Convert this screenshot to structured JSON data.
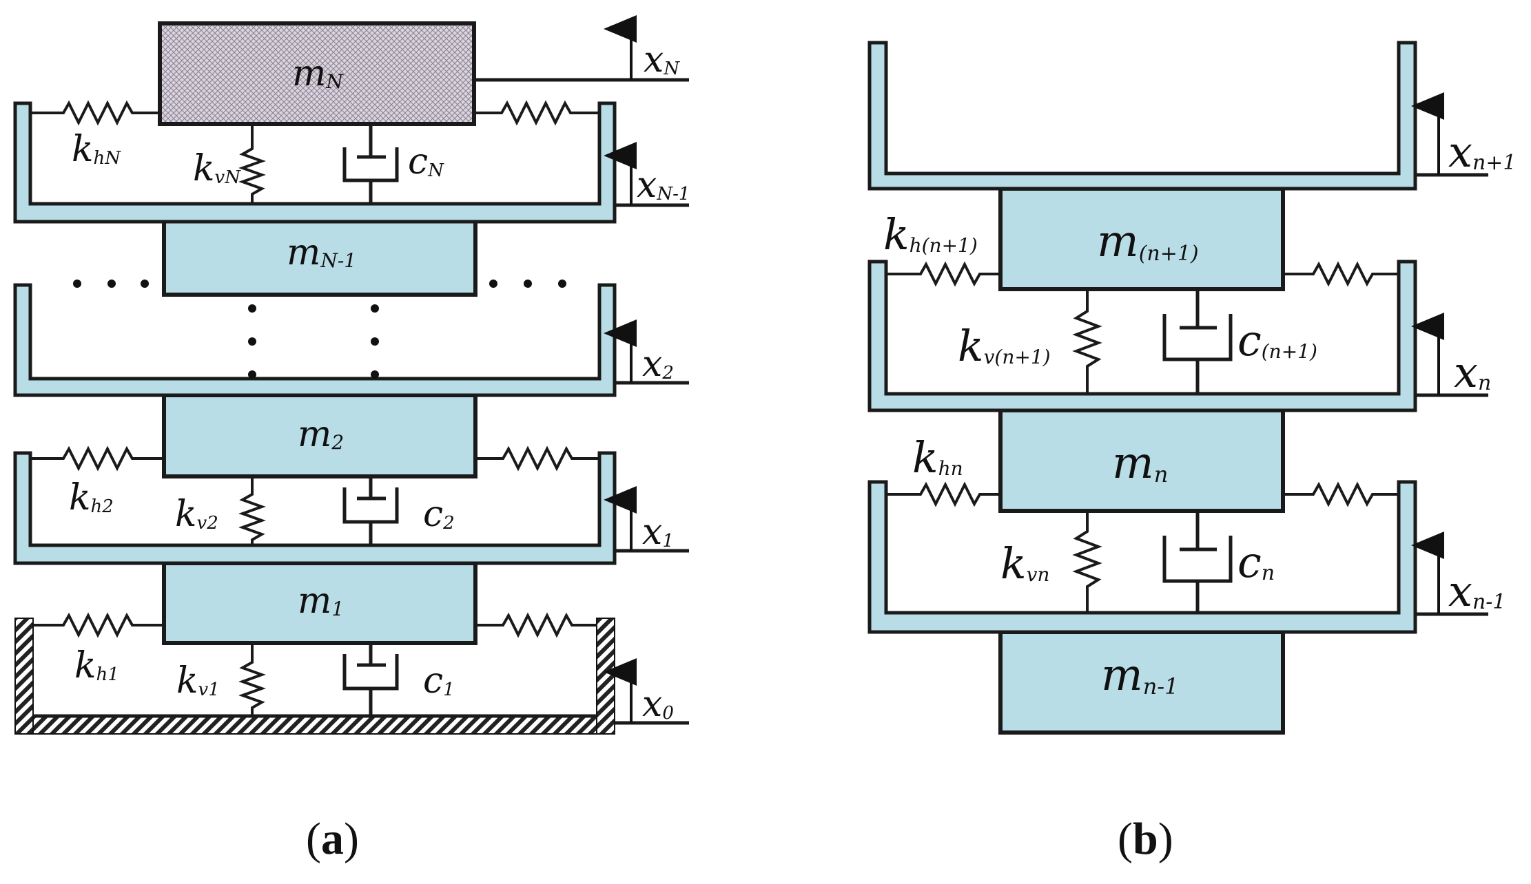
{
  "diagram_a": {
    "caption_letter": "a",
    "masses": {
      "top": "m",
      "top_sub": "N",
      "second": "m",
      "second_sub": "N-1",
      "m2": "m",
      "m2_sub": "2",
      "m1": "m",
      "m1_sub": "1"
    },
    "springs": {
      "khN": "k",
      "khN_sub": "hN",
      "kvN": "k",
      "kvN_sub": "vN",
      "kh2": "k",
      "kh2_sub": "h2",
      "kv2": "k",
      "kv2_sub": "v2",
      "kh1": "k",
      "kh1_sub": "h1",
      "kv1": "k",
      "kv1_sub": "v1"
    },
    "dampers": {
      "cN": "c",
      "cN_sub": "N",
      "c2": "c",
      "c2_sub": "2",
      "c1": "c",
      "c1_sub": "1"
    },
    "displacements": {
      "xN": "x",
      "xN_sub": "N",
      "xN1": "x",
      "xN1_sub": "N-1",
      "x2": "x",
      "x2_sub": "2",
      "x1": "x",
      "x1_sub": "1",
      "x0": "x",
      "x0_sub": "0"
    },
    "colors": {
      "block_fill": "#b9dde6",
      "top_block_fill": "#d9d4dd"
    }
  },
  "diagram_b": {
    "caption_letter": "b",
    "masses": {
      "upper": "m",
      "upper_sub": "(n+1)",
      "middle": "m",
      "middle_sub": "n",
      "lower": "m",
      "lower_sub": "n-1"
    },
    "springs": {
      "kh_n1": "k",
      "kh_n1_sub": "h(n+1)",
      "kv_n1": "k",
      "kv_n1_sub": "v(n+1)",
      "khn": "k",
      "khn_sub": "hn",
      "kvn": "k",
      "kvn_sub": "vn"
    },
    "dampers": {
      "c_n1": "c",
      "c_n1_sub": "(n+1)",
      "cn": "c",
      "cn_sub": "n"
    },
    "displacements": {
      "x_n1": "x",
      "x_n1_sub": "n+1",
      "xn": "x",
      "xn_sub": "n",
      "x_nm1": "x",
      "x_nm1_sub": "n-1"
    }
  }
}
